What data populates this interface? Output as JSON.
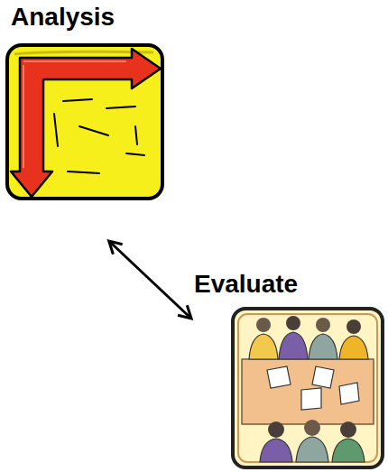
{
  "diagram": {
    "nodes": [
      {
        "text": [
          "Analysis"
        ]
      },
      {
        "text": [
          "Evaluate"
        ]
      }
    ],
    "edges": [
      {
        "from": 0,
        "to": 1,
        "arrow": "both"
      }
    ]
  }
}
